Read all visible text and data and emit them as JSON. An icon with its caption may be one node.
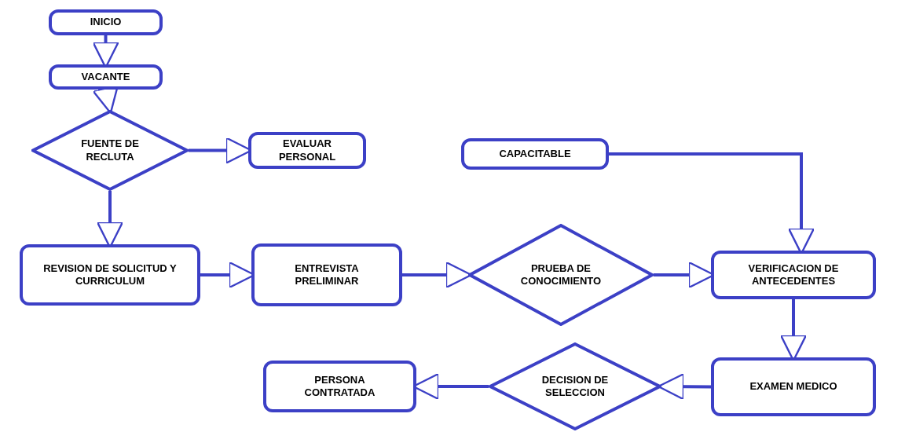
{
  "diagram": {
    "nodes": [
      {
        "text": [
          "INICIO"
        ]
      },
      {
        "text": [
          "VACANTE"
        ]
      },
      {
        "text": [
          "FUENTE DE RECLUTA"
        ]
      },
      {
        "text": [
          "EVALUAR PERSONAL"
        ]
      },
      {
        "text": [
          "CAPACITABLE"
        ]
      },
      {
        "text": [
          "REVISION DE SOLICITUD Y CURRICULUM"
        ]
      },
      {
        "text": [
          "ENTREVISTA PRELIMINAR"
        ]
      },
      {
        "text": [
          "PRUEBA DE CONOCIMIENTO"
        ]
      },
      {
        "text": [
          "VERIFICACION DE ANTECEDENTES"
        ]
      },
      {
        "text": [
          "EXAMEN MEDICO"
        ]
      },
      {
        "text": [
          "DECISION DE SELECCION"
        ]
      },
      {
        "text": [
          "PERSONA CONTRATADA"
        ]
      }
    ],
    "edges": [
      {
        "from": 0,
        "to": 1,
        "arrow": "to"
      },
      {
        "from": 1,
        "to": 2,
        "arrow": "to"
      },
      {
        "from": 2,
        "to": 3,
        "arrow": "to"
      },
      {
        "from": 2,
        "to": 5,
        "arrow": "to"
      },
      {
        "from": 5,
        "to": 6,
        "arrow": "to"
      },
      {
        "from": 6,
        "to": 7,
        "arrow": "to"
      },
      {
        "from": 7,
        "to": 8,
        "arrow": "to"
      },
      {
        "from": 4,
        "to": 8,
        "arrow": "to"
      },
      {
        "from": 8,
        "to": 9,
        "arrow": "to"
      },
      {
        "from": 9,
        "to": 10,
        "arrow": "to"
      },
      {
        "from": 10,
        "to": 11,
        "arrow": "to"
      }
    ]
  }
}
